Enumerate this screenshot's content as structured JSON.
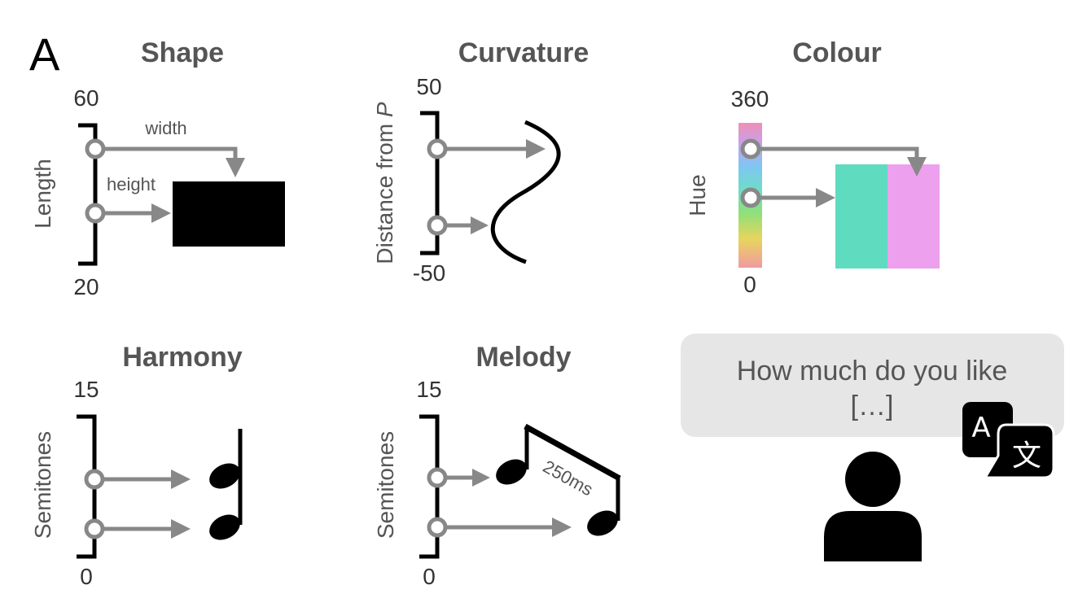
{
  "figure": {
    "panel_letter": "A",
    "colors": {
      "title": "#555555",
      "arrow": "#888888",
      "teal_swatch": "#5fdbc0",
      "pink_swatch": "#eca0ee",
      "bubble": "#e6e6e6"
    }
  },
  "shape": {
    "title": "Shape",
    "axis_label": "Length",
    "top_tick": "60",
    "bottom_tick": "20",
    "width_label": "width",
    "height_label": "height"
  },
  "curvature": {
    "title": "Curvature",
    "axis_label_prefix": "Distance from ",
    "axis_label_var": "P",
    "top_tick": "50",
    "bottom_tick": "-50"
  },
  "colour": {
    "title": "Colour",
    "axis_label": "Hue",
    "top_tick": "360",
    "bottom_tick": "0"
  },
  "harmony": {
    "title": "Harmony",
    "axis_label": "Semitones",
    "top_tick": "15",
    "bottom_tick": "0"
  },
  "melody": {
    "title": "Melody",
    "axis_label": "Semitones",
    "top_tick": "15",
    "bottom_tick": "0",
    "duration_label": "250ms"
  },
  "rating": {
    "line1": "How much do you like",
    "line2": "[…]",
    "translate_icon": "translate-icon",
    "translate_latin": "A",
    "translate_cjk": "文",
    "person_icon": "person-icon"
  }
}
